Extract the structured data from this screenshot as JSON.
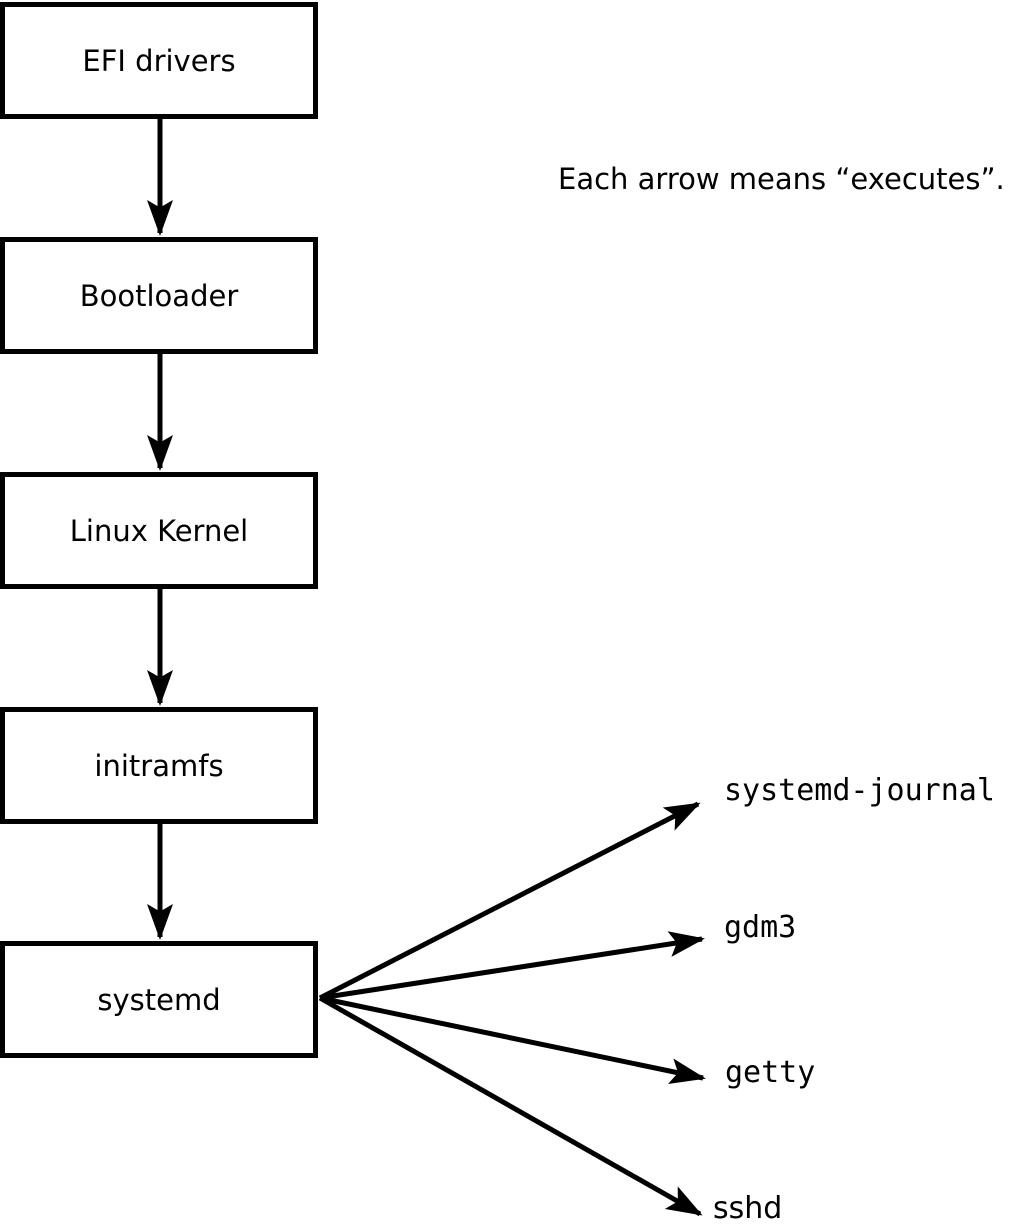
{
  "diagram": {
    "caption": "Each arrow means “executes”.",
    "edge_meaning": "executes",
    "boot_chain": [
      {
        "label": "EFI drivers"
      },
      {
        "label": "Bootloader"
      },
      {
        "label": "Linux Kernel"
      },
      {
        "label": "initramfs"
      },
      {
        "label": "systemd"
      }
    ],
    "systemd_children": [
      {
        "label": "systemd-journal"
      },
      {
        "label": "gdm3"
      },
      {
        "label": "getty"
      },
      {
        "label": "sshd"
      }
    ],
    "colors": {
      "line": "#000000",
      "box_fill": "#ffffff",
      "text": "#000000",
      "background": "#ffffff"
    }
  }
}
